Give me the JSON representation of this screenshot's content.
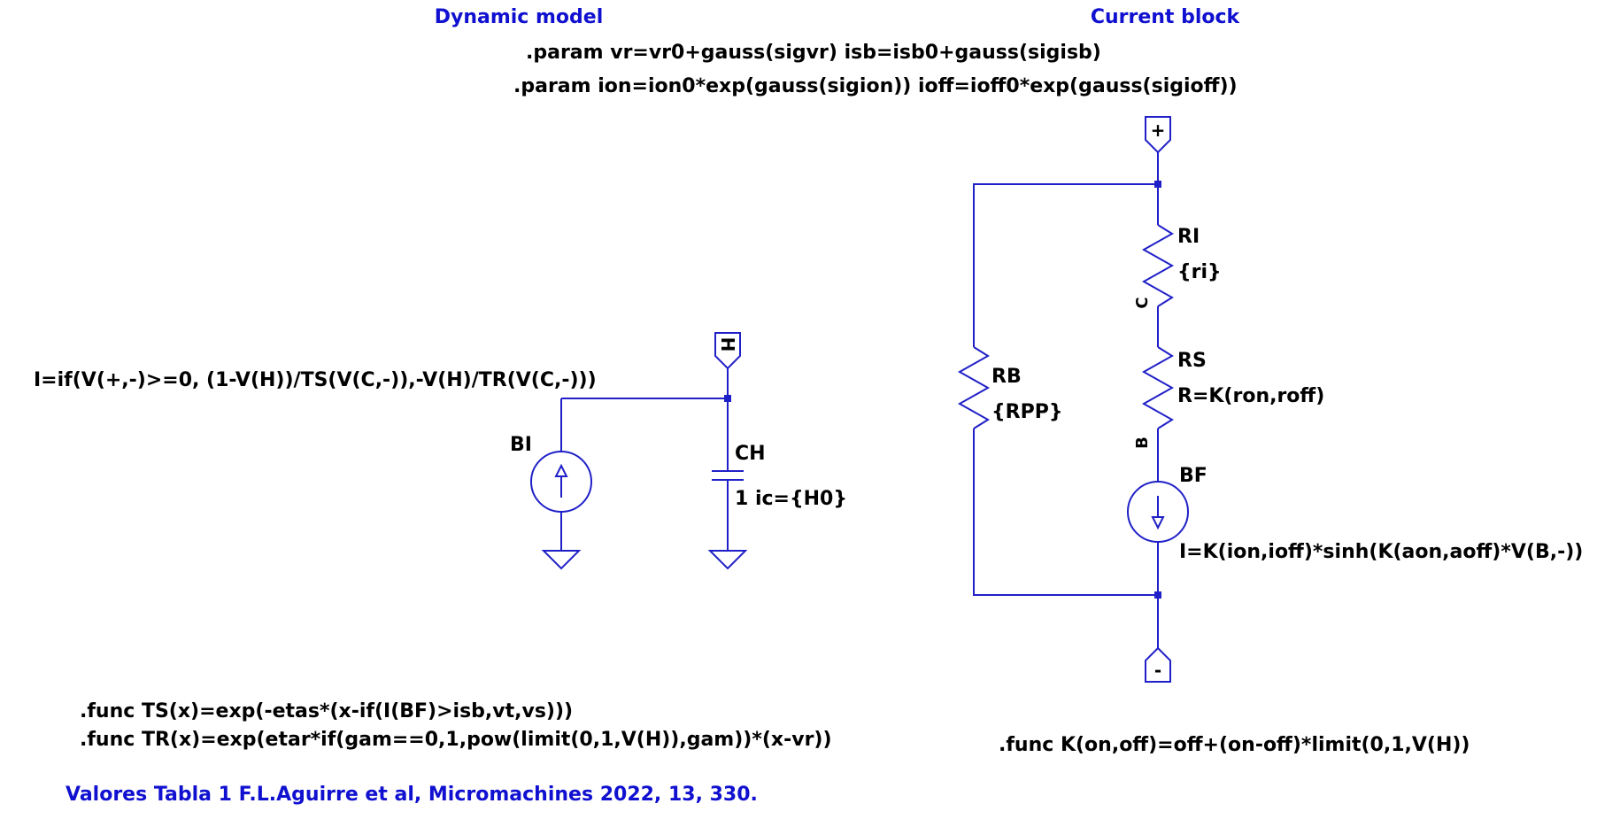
{
  "headers": {
    "left": "Dynamic model",
    "right": "Current block"
  },
  "params": {
    "line1": ".param vr=vr0+gauss(sigvr) isb=isb0+gauss(sigisb)",
    "line2": ".param ion=ion0*exp(gauss(sigion)) ioff=ioff0*exp(gauss(sigioff))"
  },
  "dynamic_model": {
    "bi_name": "BI",
    "bi_expr": "I=if(V(+,-)>=0, (1-V(H))/TS(V(C,-)),-V(H)/TR(V(C,-)))",
    "ch_name": "CH",
    "ch_value": "1 ic={H0}",
    "port_h": "H"
  },
  "current_block": {
    "port_plus": "+",
    "port_minus": "-",
    "ri_name": "RI",
    "ri_value": "{ri}",
    "net_c": "C",
    "rs_name": "RS",
    "rs_value": "R=K(ron,roff)",
    "net_b": "B",
    "bf_name": "BF",
    "bf_expr": "I=K(ion,ioff)*sinh(K(aon,aoff)*V(B,-))",
    "rb_name": "RB",
    "rb_value": "{RPP}"
  },
  "functions": {
    "ts": ".func TS(x)=exp(-etas*(x-if(I(BF)>isb,vt,vs)))",
    "tr": ".func TR(x)=exp(etar*if(gam==0,1,pow(limit(0,1,V(H)),gam))*(x-vr))",
    "k": ".func K(on,off)=off+(on-off)*limit(0,1,V(H))"
  },
  "footer": "Valores Tabla 1 F.L.Aguirre et al, Micromachines 2022, 13, 330.",
  "colors": {
    "wire": "#2020c8",
    "label_blue": "#1010d0",
    "text": "#000000"
  }
}
